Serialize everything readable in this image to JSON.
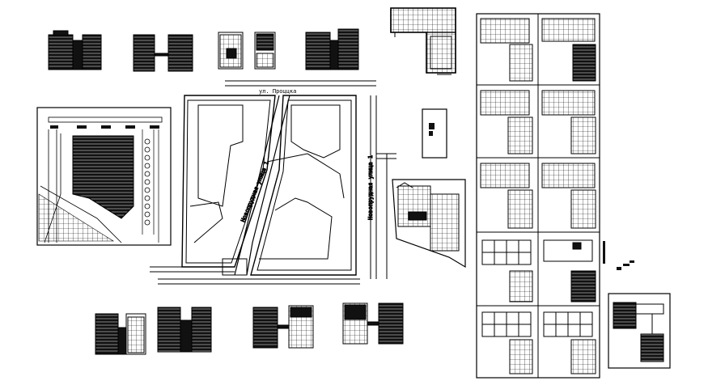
{
  "drawing": {
    "street_top": "ул. Проццка",
    "street_diag": "Новопрудная улица 1",
    "street_vert": "Новопрудная улица 1"
  },
  "colors": {
    "ink": "#000000",
    "paper": "#ffffff",
    "fill_dark": "#111111"
  }
}
